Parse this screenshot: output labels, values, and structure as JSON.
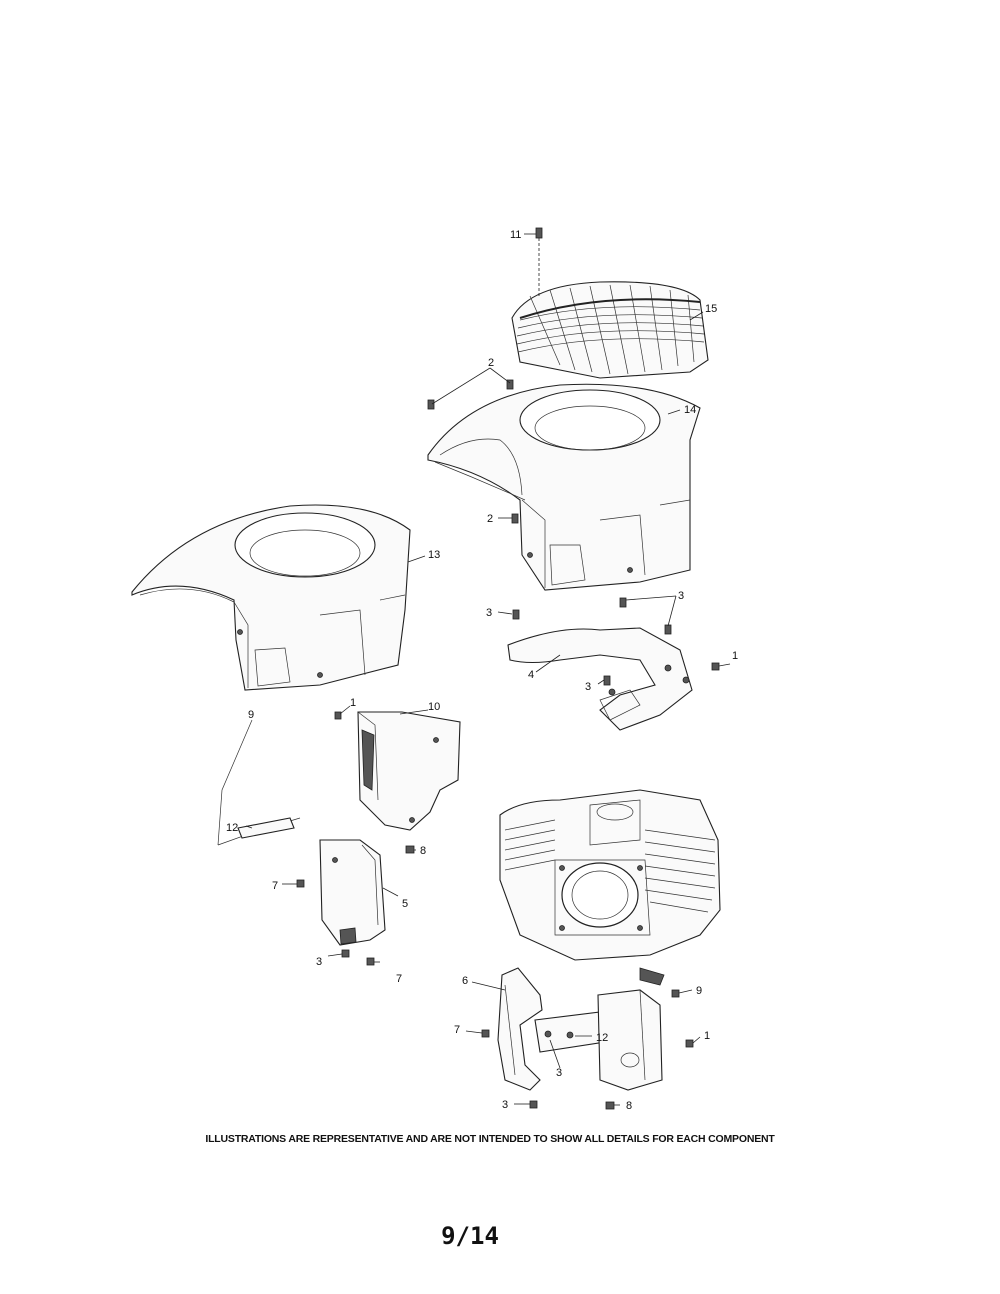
{
  "callouts": {
    "c11": "11",
    "c15": "15",
    "c2a": "2",
    "c14": "14",
    "c2b": "2",
    "c13": "13",
    "c3a": "3",
    "c3b": "3",
    "c4": "4",
    "c1a": "1",
    "c3c": "3",
    "c1b": "1",
    "c10": "10",
    "c9a": "9",
    "c12a": "12",
    "c8a": "8",
    "c7a": "7",
    "c5": "5",
    "c3d": "3",
    "c7b": "7",
    "c6": "6",
    "c9b": "9",
    "c7c": "7",
    "c12b": "12",
    "c1c": "1",
    "c3e": "3",
    "c3f": "3",
    "c8b": "8"
  },
  "footer": {
    "disclaimer": "ILLUSTRATIONS ARE REPRESENTATIVE AND ARE NOT INTENDED TO SHOW ALL DETAILS FOR EACH COMPONENT",
    "page_number": "9/14"
  }
}
